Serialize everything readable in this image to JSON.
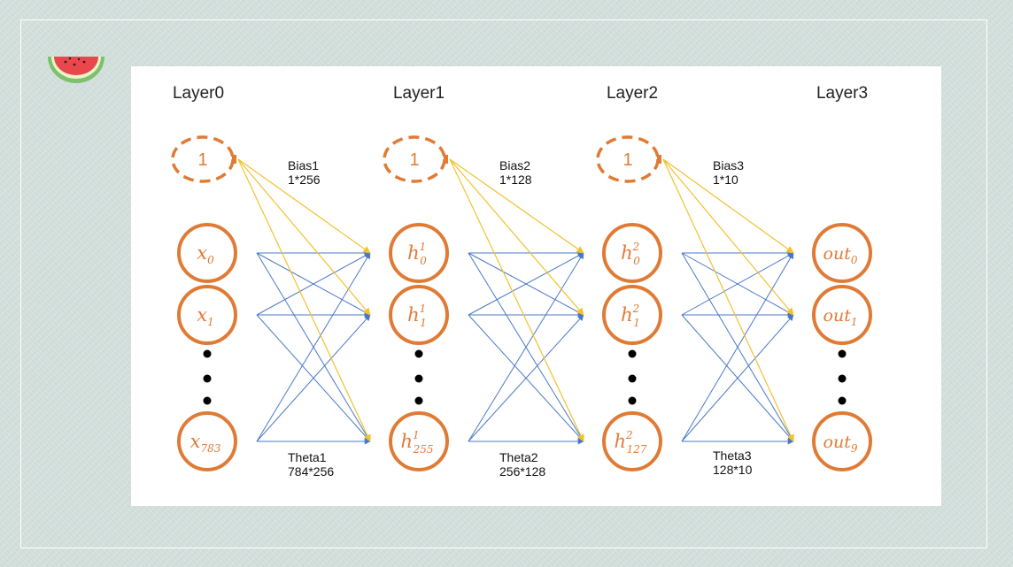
{
  "layers": [
    {
      "label": "Layer0",
      "bias": "1",
      "nodes": [
        {
          "base": "x",
          "sub": "0",
          "sup": ""
        },
        {
          "base": "x",
          "sub": "1",
          "sup": ""
        },
        {
          "base": "x",
          "sub": "783",
          "sup": ""
        }
      ]
    },
    {
      "label": "Layer1",
      "bias": "1",
      "nodes": [
        {
          "base": "h",
          "sub": "0",
          "sup": "1"
        },
        {
          "base": "h",
          "sub": "1",
          "sup": "1"
        },
        {
          "base": "h",
          "sub": "255",
          "sup": "1"
        }
      ]
    },
    {
      "label": "Layer2",
      "bias": "1",
      "nodes": [
        {
          "base": "h",
          "sub": "0",
          "sup": "2"
        },
        {
          "base": "h",
          "sub": "1",
          "sup": "2"
        },
        {
          "base": "h",
          "sub": "127",
          "sup": "2"
        }
      ]
    },
    {
      "label": "Layer3",
      "bias": "",
      "nodes": [
        {
          "base": "out",
          "sub": "0",
          "sup": ""
        },
        {
          "base": "out",
          "sub": "1",
          "sup": ""
        },
        {
          "base": "out",
          "sub": "9",
          "sup": ""
        }
      ]
    }
  ],
  "params": [
    {
      "bias_name": "Bias1",
      "bias_dim": "1*256",
      "theta_name": "Theta1",
      "theta_dim": "784*256"
    },
    {
      "bias_name": "Bias2",
      "bias_dim": "1*128",
      "theta_name": "Theta2",
      "theta_dim": "256*128"
    },
    {
      "bias_name": "Bias3",
      "bias_dim": "1*10",
      "theta_name": "Theta3",
      "theta_dim": "128*10"
    }
  ],
  "colors": {
    "node": "#e07b36",
    "weight_edge": "#4a78c8",
    "bias_edge": "#f2c12e",
    "background": "#d3e0dc"
  },
  "icons": {
    "logo": "watermelon-icon"
  }
}
